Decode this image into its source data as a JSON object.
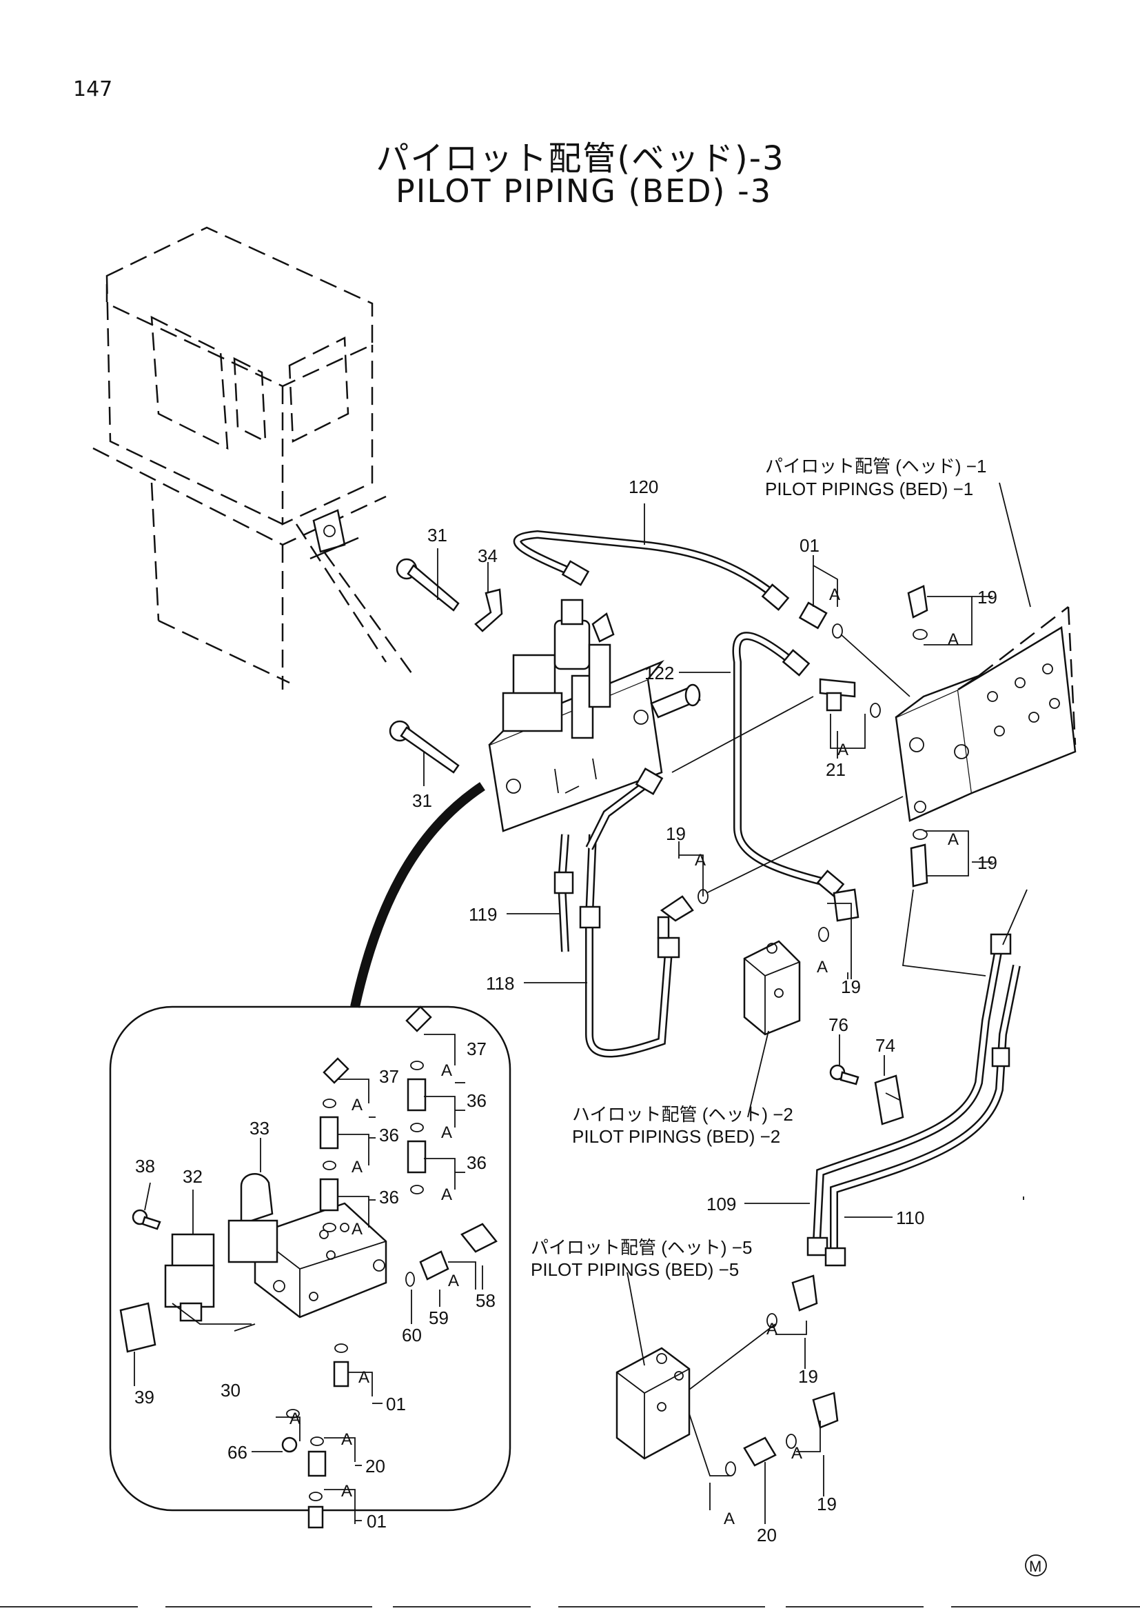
{
  "page_number": "147",
  "title_jp": "パイロット配管(ベッド)-3",
  "title_en": "PILOT   PIPING (BED) -3",
  "references": {
    "bed1_jp": "パイロット配管 (ヘッド) −1",
    "bed1_en": "PILOT PIPINGS (BED) −1",
    "bed2_jp": "ハイロット配管 (ヘット) −2",
    "bed2_en": "PILOT PIPINGS (BED) −2",
    "bed5_jp": "パイロット配管 (ヘット) −5",
    "bed5_en": "PILOT PIPINGS (BED) −5"
  },
  "part_labels": {
    "p120": "120",
    "p31a": "31",
    "p34": "34",
    "p01a": "01",
    "p19a": "19",
    "p122": "122",
    "p21": "21",
    "p31b": "31",
    "p19b": "19",
    "p19c": "19",
    "p19d": "19",
    "p119": "119",
    "p118": "118",
    "p76": "76",
    "p74": "74",
    "p109": "109",
    "p110": "110",
    "p19e": "19",
    "p19f": "19",
    "p20a": "20",
    "p37a": "37",
    "p37b": "37",
    "p36a": "36",
    "p36b": "36",
    "p36c": "36",
    "p36d": "36",
    "p33": "33",
    "p38": "38",
    "p32": "32",
    "p58": "58",
    "p59": "59",
    "p60": "60",
    "p39": "39",
    "p30": "30",
    "p01b": "01",
    "p66": "66",
    "p20b": "20",
    "p01c": "01"
  },
  "port_markers": [
    "A"
  ],
  "stamp": "M"
}
